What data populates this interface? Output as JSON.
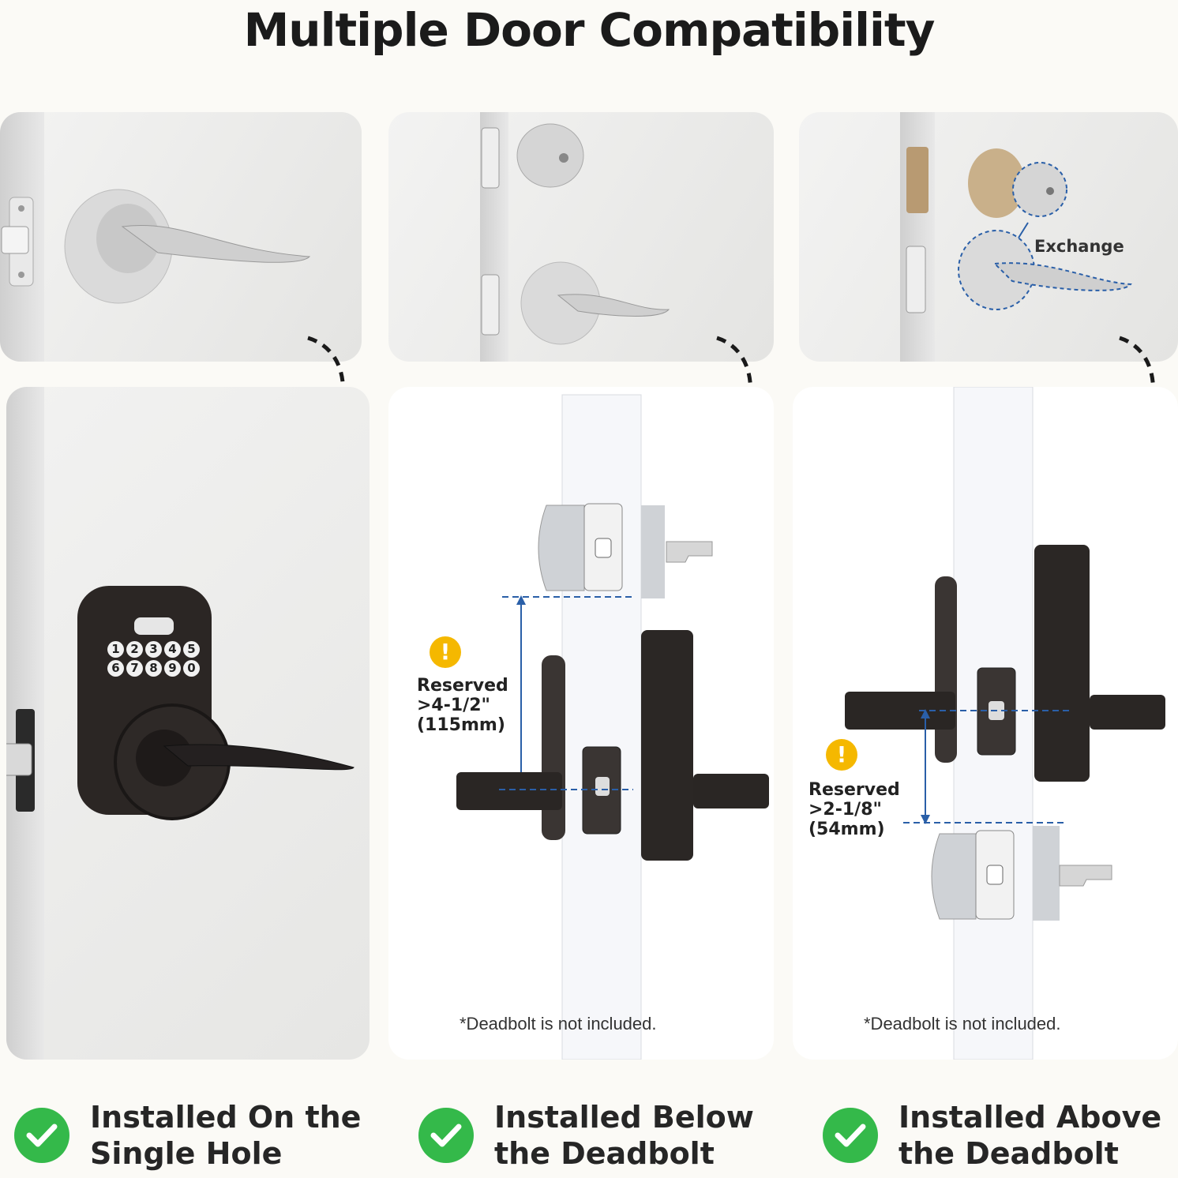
{
  "title": "Multiple Door Compatibility",
  "panels": {
    "exchange_label": "Exchange",
    "below": {
      "reserved_line1": "Reserved",
      "reserved_line2": ">4-1/2\"",
      "reserved_line3": "(115mm)",
      "note": "*Deadbolt is not included."
    },
    "above": {
      "reserved_line1": "Reserved",
      "reserved_line2": ">2-1/8\"",
      "reserved_line3": "(54mm)",
      "note": "*Deadbolt is not included."
    }
  },
  "keypad_keys": [
    "1",
    "2",
    "3",
    "4",
    "5",
    "6",
    "7",
    "8",
    "9",
    "0"
  ],
  "captions": [
    {
      "line1": "Installed On the",
      "line2": "Single Hole"
    },
    {
      "line1": "Installed Below",
      "line2": "the Deadbolt"
    },
    {
      "line1": "Installed Above",
      "line2": "the Deadbolt"
    }
  ],
  "colors": {
    "check": "#34b94a",
    "warning": "#f5b800",
    "dimension": "#2a5fa8"
  }
}
